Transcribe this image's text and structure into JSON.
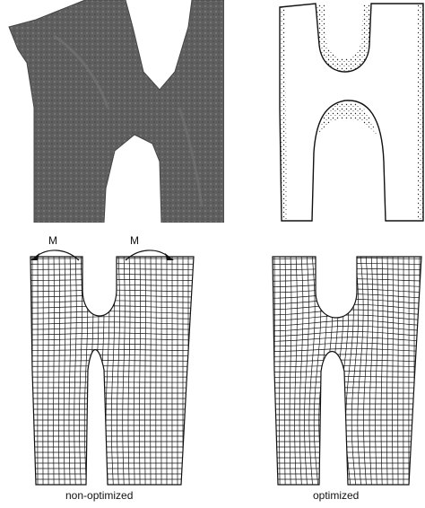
{
  "captions": {
    "left": "non-optimized",
    "right": "optimized"
  },
  "moment_labels": {
    "left": "M",
    "right": "M"
  },
  "icons": {
    "photo": "tree-fork-photo",
    "sketch": "stippled-fork-outline",
    "mesh_left": "finite-element-mesh",
    "mesh_right": "finite-element-mesh",
    "arrow_left": "curved-arrow-left-icon",
    "arrow_right": "curved-arrow-right-icon"
  },
  "colors": {
    "bark": "#5e5e5e",
    "ink": "#111111"
  }
}
